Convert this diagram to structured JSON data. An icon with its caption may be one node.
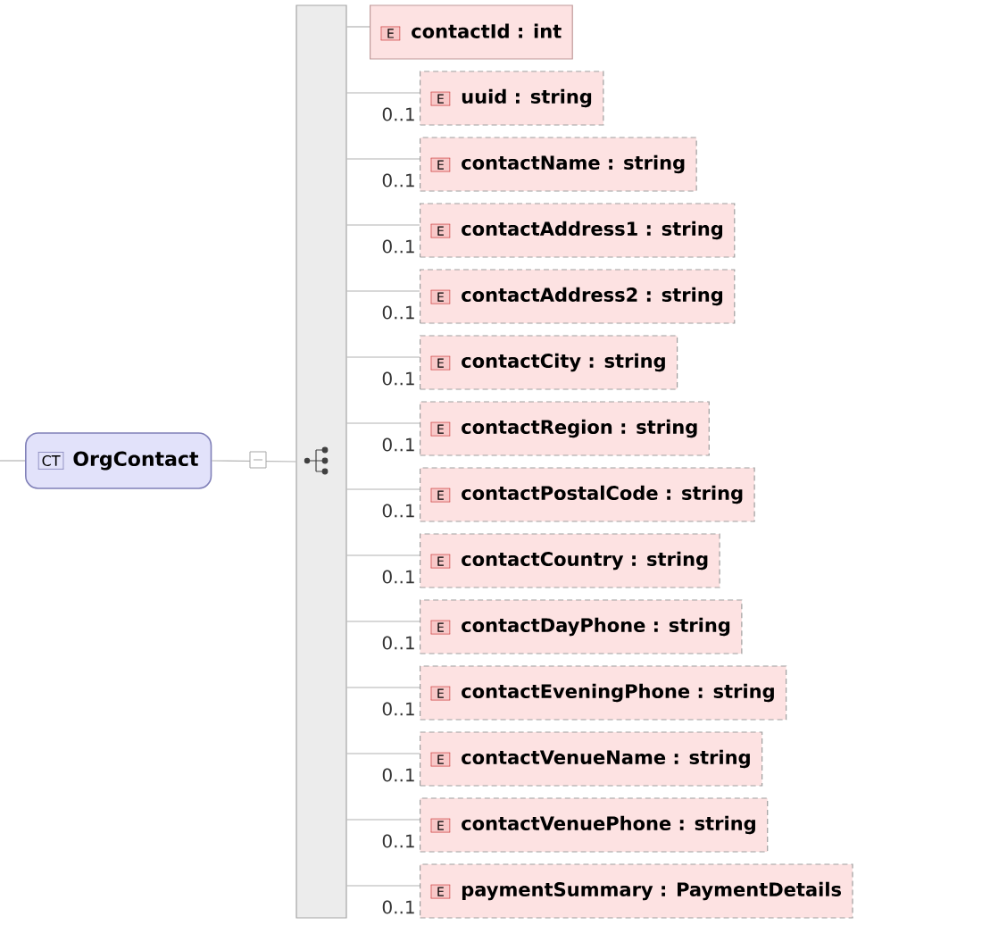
{
  "diagram": {
    "nodes": [
      {
        "text": [
          "CT",
          "OrgContact"
        ]
      },
      {
        "text": [],
        "shape": "bar"
      },
      {
        "text": [
          "E",
          "contactId : int"
        ]
      },
      {
        "text": [
          "E",
          "uuid : string"
        ],
        "beside": [
          "0..1"
        ]
      },
      {
        "text": [
          "E",
          "contactName : string"
        ],
        "beside": [
          "0..1"
        ]
      },
      {
        "text": [
          "E",
          "contactAddress1 : string"
        ],
        "beside": [
          "0..1"
        ]
      },
      {
        "text": [
          "E",
          "contactAddress2 : string"
        ],
        "beside": [
          "0..1"
        ]
      },
      {
        "text": [
          "E",
          "contactCity : string"
        ],
        "beside": [
          "0..1"
        ]
      },
      {
        "text": [
          "E",
          "contactRegion : string"
        ],
        "beside": [
          "0..1"
        ]
      },
      {
        "text": [
          "E",
          "contactPostalCode : string"
        ],
        "beside": [
          "0..1"
        ]
      },
      {
        "text": [
          "E",
          "contactCountry : string"
        ],
        "beside": [
          "0..1"
        ]
      },
      {
        "text": [
          "E",
          "contactDayPhone : string"
        ],
        "beside": [
          "0..1"
        ]
      },
      {
        "text": [
          "E",
          "contactEveningPhone : string"
        ],
        "beside": [
          "0..1"
        ]
      },
      {
        "text": [
          "E",
          "contactVenueName : string"
        ],
        "beside": [
          "0..1"
        ]
      },
      {
        "text": [
          "E",
          "contactVenuePhone : string"
        ],
        "beside": [
          "0..1"
        ]
      },
      {
        "text": [
          "E",
          "paymentSummary : PaymentDetails"
        ],
        "beside": [
          "0..1"
        ]
      }
    ],
    "edges": [
      {
        "from": null,
        "to": 0,
        "arrow": "none"
      },
      {
        "from": 0,
        "to": 1,
        "arrow": "none"
      },
      {
        "from": 1,
        "to": 2,
        "arrow": "none"
      },
      {
        "from": 1,
        "to": 3,
        "arrow": "none"
      },
      {
        "from": 1,
        "to": 4,
        "arrow": "none"
      },
      {
        "from": 1,
        "to": 5,
        "arrow": "none"
      },
      {
        "from": 1,
        "to": 6,
        "arrow": "none"
      },
      {
        "from": 1,
        "to": 7,
        "arrow": "none"
      },
      {
        "from": 1,
        "to": 8,
        "arrow": "none"
      },
      {
        "from": 1,
        "to": 9,
        "arrow": "none"
      },
      {
        "from": 1,
        "to": 10,
        "arrow": "none"
      },
      {
        "from": 1,
        "to": 11,
        "arrow": "none"
      },
      {
        "from": 1,
        "to": 12,
        "arrow": "none"
      },
      {
        "from": 1,
        "to": 13,
        "arrow": "none"
      },
      {
        "from": 1,
        "to": 14,
        "arrow": "none"
      },
      {
        "from": 1,
        "to": 15,
        "arrow": "none"
      }
    ]
  }
}
